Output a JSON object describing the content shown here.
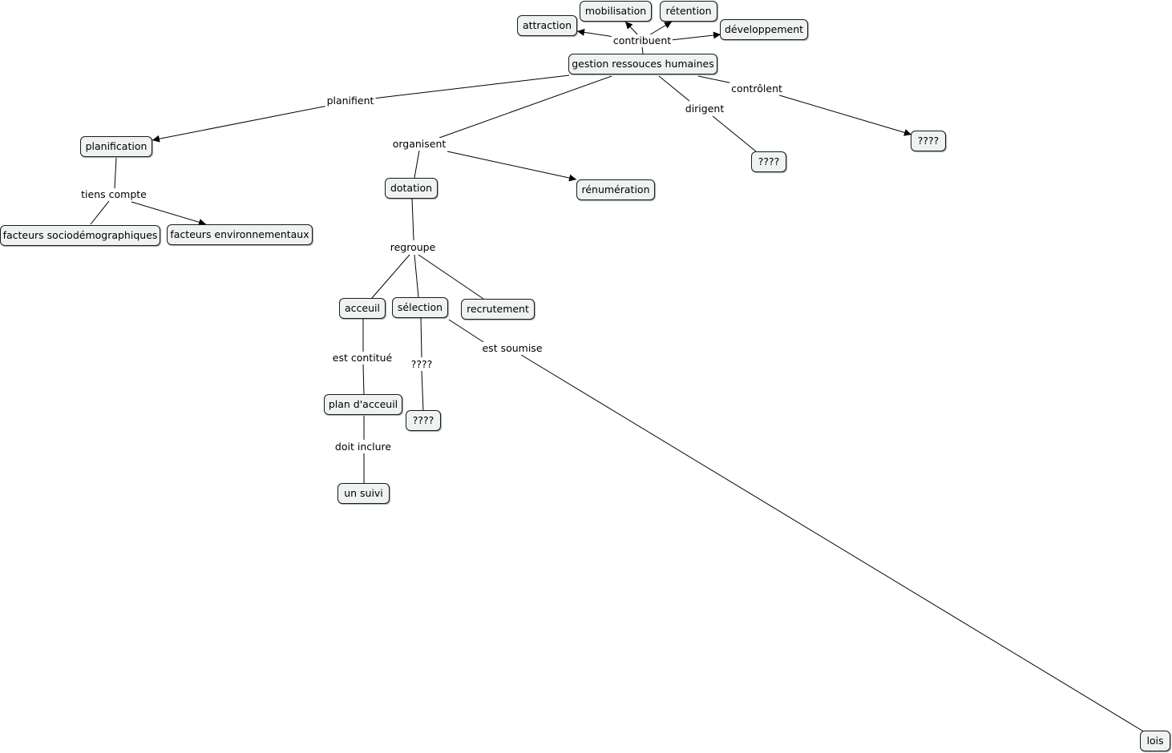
{
  "nodes": {
    "gestion": "gestion ressouces humaines",
    "attraction": "attraction",
    "mobilisation": "mobilisation",
    "retention": "rétention",
    "developpement": "développement",
    "planification": "planification",
    "dotation": "dotation",
    "renumeration": "rénumération",
    "q_dirigent": "????",
    "q_controlent": "????",
    "fact_socio": "facteurs sociodémographiques",
    "fact_env": "facteurs environnementaux",
    "accueil": "acceuil",
    "selection": "sélection",
    "recrutement": "recrutement",
    "plan_accueil": "plan d'acceuil",
    "q_selection": "????",
    "un_suivi": "un suivi",
    "lois": "lois"
  },
  "links": {
    "contribuent": "contribuent",
    "planifient": "planifient",
    "organisent": "organisent",
    "dirigent": "dirigent",
    "controlent": "contrôlent",
    "tiens_compte": "tiens compte",
    "regroupe": "regroupe",
    "est_contitue": "est contitué",
    "q_link": "????",
    "est_soumise": "est soumise",
    "doit_inclure": "doit inclure"
  }
}
